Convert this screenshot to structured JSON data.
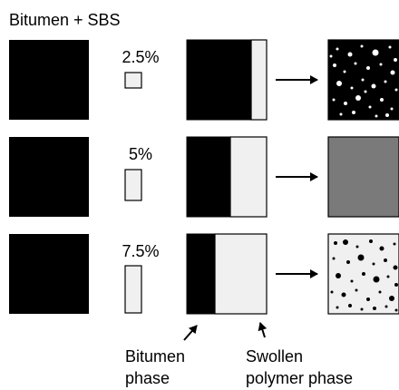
{
  "title": "Bitumen + SBS",
  "rows": [
    {
      "percent": "2.5%",
      "polymer_fraction": 0.2,
      "morphology": "polymer-droplets-in-bitumen"
    },
    {
      "percent": "5%",
      "polymer_fraction": 0.45,
      "morphology": "co-continuous"
    },
    {
      "percent": "7.5%",
      "polymer_fraction": 0.65,
      "morphology": "bitumen-droplets-in-polymer"
    }
  ],
  "labels": {
    "bitumen_phase_line1": "Bitumen",
    "bitumen_phase_line2": "phase",
    "polymer_phase_line1": "Swollen",
    "polymer_phase_line2": "polymer phase"
  },
  "colors": {
    "bitumen": "#000000",
    "polymer": "#f0f0f0",
    "co_continuous": "#7a7a7a",
    "outline": "#000000"
  }
}
